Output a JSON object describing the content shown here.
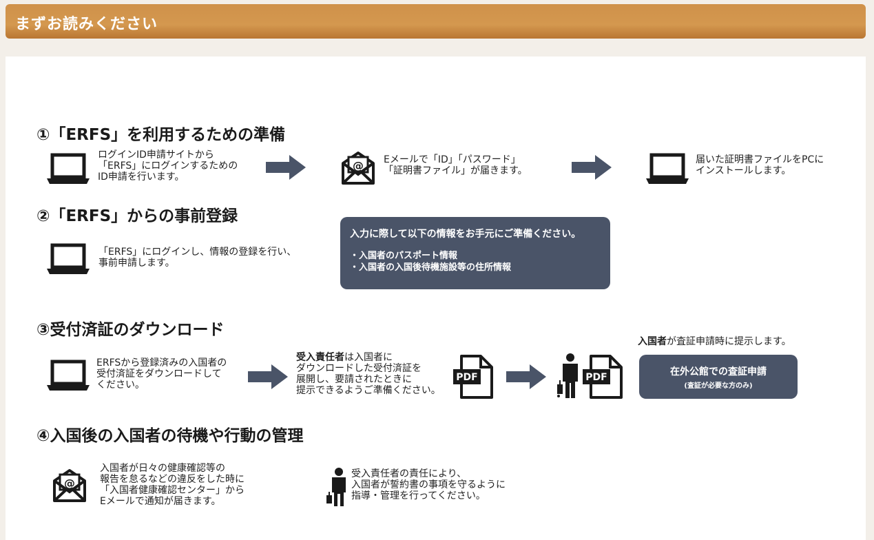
{
  "header": {
    "title": "まずお読みください"
  },
  "sections": {
    "s1": {
      "title": "①「ERFS」を利用するための準備",
      "step1": "ログインID申請サイトから\n「ERFS」にログインするための\nID申請を行います。",
      "step2": "Eメールで「ID」「パスワード」\n「証明書ファイル」が届きます。",
      "step3": "届いた証明書ファイルをPCに\nインストールします。"
    },
    "s2": {
      "title": "②「ERFS」からの事前登録",
      "step1": "「ERFS」にログインし、情報の登録を行い、\n事前申請します。",
      "info_title": "入力に際して以下の情報をお手元にご準備ください。",
      "info_items": [
        "・入国者のパスポート情報",
        "・入国者の入国後待機施設等の住所情報"
      ]
    },
    "s3": {
      "title": "③受付済証のダウンロード",
      "step1": "ERFSから登録済みの入国者の\n受付済証をダウンロードして\nください。",
      "step2_bold": "受入責任者",
      "step2_rest": "は入国者に\nダウンロードした受付済証を\n展開し、要請されたときに\n提示できるようご準備ください。",
      "note_bold": "入国者",
      "note_rest": "が査証申請時に提示します。",
      "button_main": "在外公館での査証申請",
      "button_sub": "(査証が必要な方のみ)",
      "pdf_label": "PDF"
    },
    "s4": {
      "title": "④入国後の入国者の待機や行動の管理",
      "step1": "入国者が日々の健康確認等の\n報告を怠るなどの違反をした時に\n「入国者健康確認センター」から\nEメールで通知が届きます。",
      "step2": "受入責任者の責任により、\n入国者が誓約書の事項を守るように\n指導・管理を行ってください。"
    }
  },
  "colors": {
    "header": "#d4984f",
    "box": "#4a5468",
    "arrow": "#4a5468",
    "icon": "#1a1a1a"
  }
}
